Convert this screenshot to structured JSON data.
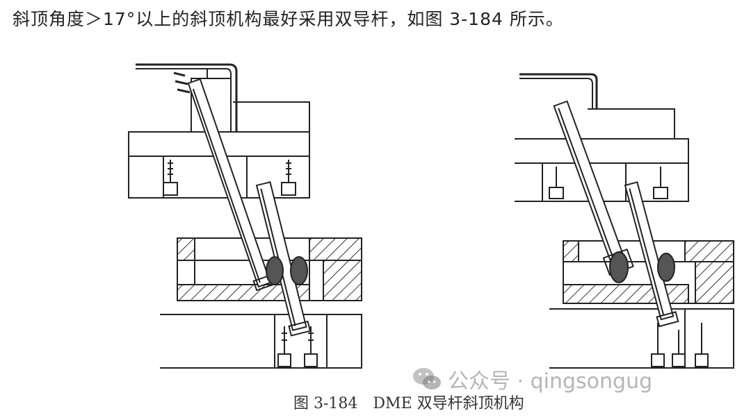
{
  "document": {
    "intro_text": "斜顶角度＞17°以上的斜顶机构最好采用双导杆，如图 3-184 所示。",
    "figure_caption": "图 3-184　DME 双导杆斜顶机构"
  },
  "watermark": {
    "text": "公众号 · qingsongug",
    "icon": "wechat-icon",
    "color": "#888888"
  },
  "colors": {
    "line": "#222222",
    "hatch": "#333333",
    "background": "#ffffff"
  }
}
